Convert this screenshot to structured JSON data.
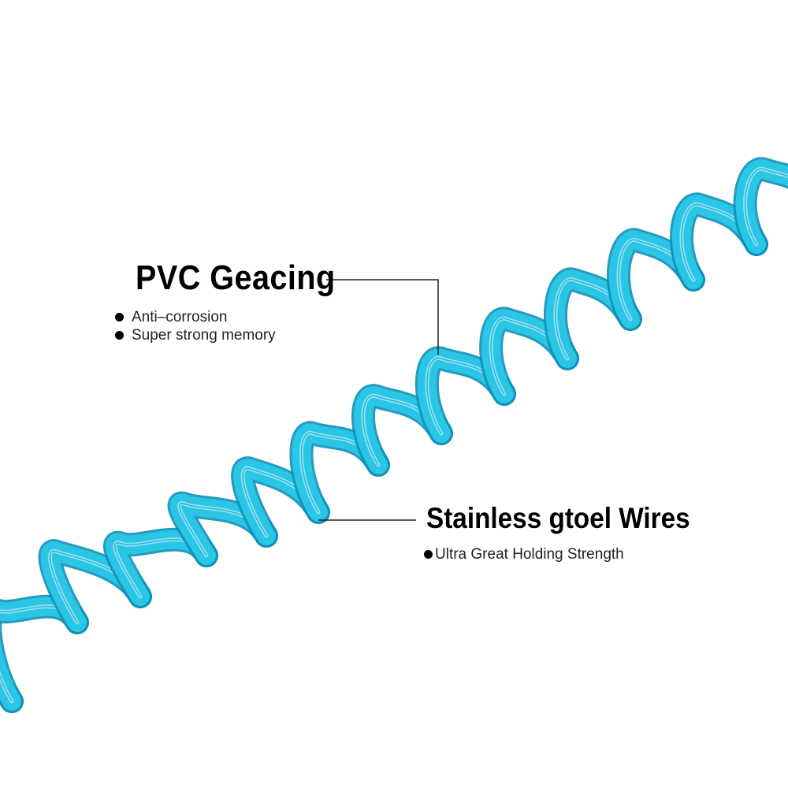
{
  "callouts": [
    {
      "heading": "PVC Geacing",
      "bullets": [
        "Anti–corrosion",
        "Super strong memory"
      ]
    },
    {
      "heading": "Stainless gtoel Wires",
      "bullets": [
        "Ultra Great Holding Strength"
      ]
    }
  ],
  "colors": {
    "coil": "#29c6e6",
    "coil_shadow": "#0e8fb8",
    "coil_highlight": "#a8eefa",
    "text": "#000000",
    "background": "#ffffff"
  }
}
